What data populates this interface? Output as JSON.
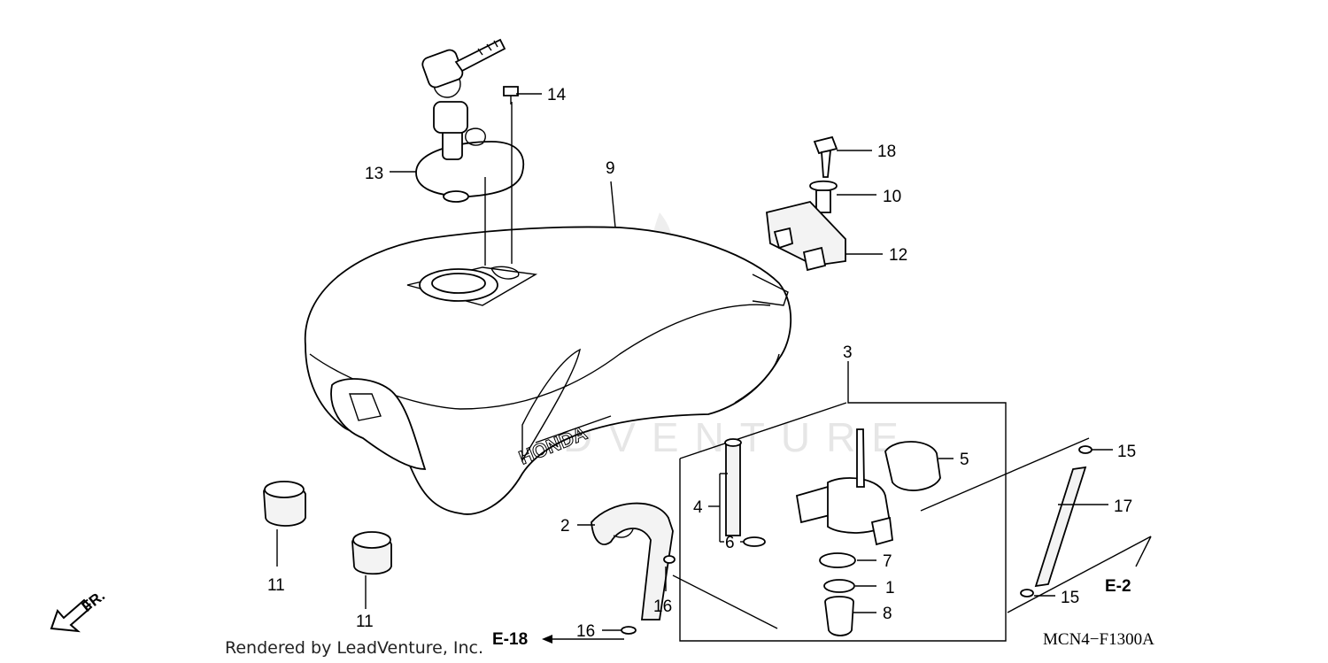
{
  "diagram": {
    "callouts": {
      "p1": "1",
      "p2": "2",
      "p3": "3",
      "p4": "4",
      "p5": "5",
      "p6": "6",
      "p7": "7",
      "p8": "8",
      "p9": "9",
      "p10": "10",
      "p11a": "11",
      "p11b": "11",
      "p12": "12",
      "p13": "13",
      "p14": "14",
      "p15a": "15",
      "p15b": "15",
      "p16a": "16",
      "p16b": "16",
      "p17": "17",
      "p18": "18"
    },
    "references": {
      "e18": "E-18",
      "e2": "E-2"
    },
    "direction_label": "FR.",
    "tank_logo": "HONDA",
    "watermark": "LEADVENTURE",
    "diagram_code": "MCN4−F1300A",
    "credit": "Rendered by LeadVenture, Inc."
  }
}
